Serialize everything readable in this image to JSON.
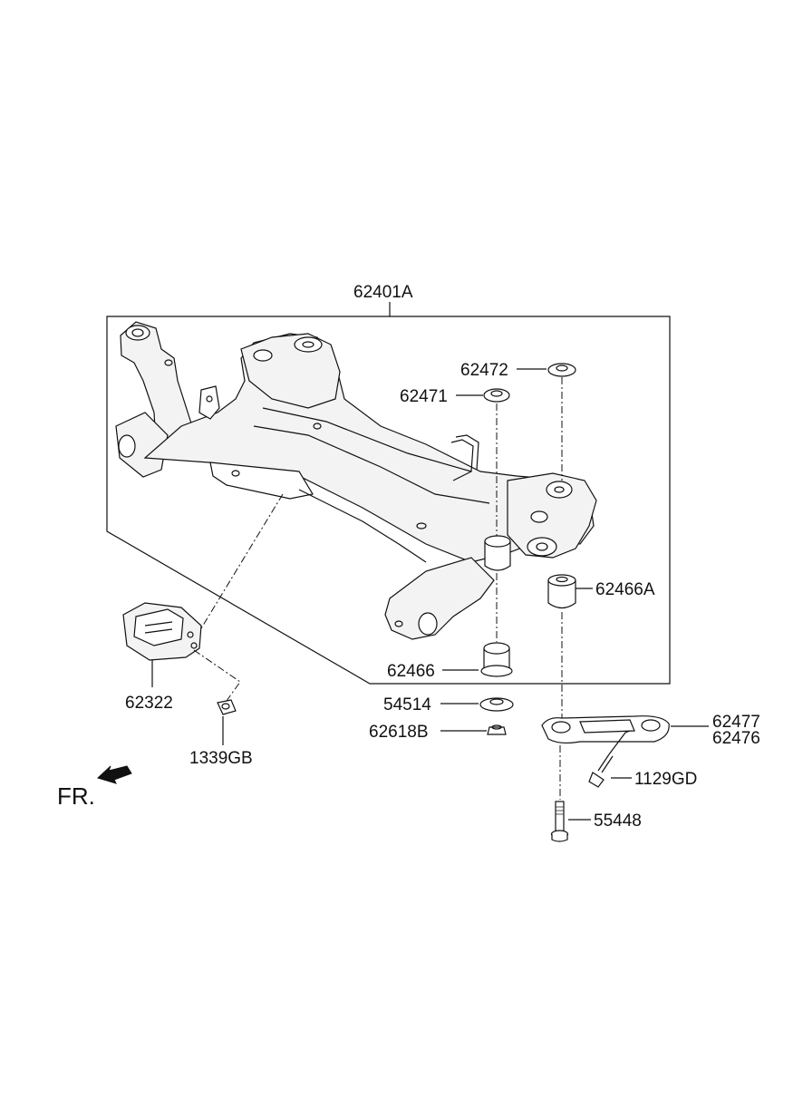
{
  "diagram": {
    "parts": {
      "p62401A": "62401A",
      "p62472": "62472",
      "p62471": "62471",
      "p62466A": "62466A",
      "p62466": "62466",
      "p54514": "54514",
      "p62618B": "62618B",
      "p62477": "62477",
      "p62476": "62476",
      "p1129GD": "1129GD",
      "p55448": "55448",
      "p62322": "62322",
      "p1339GB": "1339GB"
    },
    "front_indicator": "FR."
  }
}
